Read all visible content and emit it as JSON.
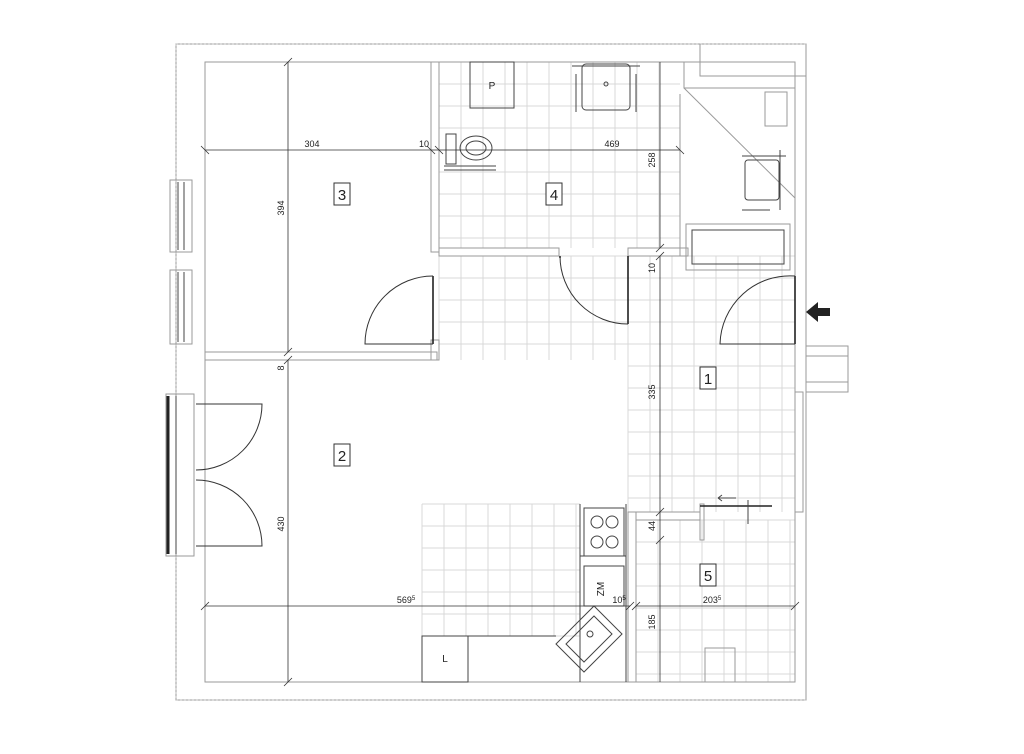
{
  "rooms": [
    {
      "id": "room-1",
      "number": "1"
    },
    {
      "id": "room-2",
      "number": "2"
    },
    {
      "id": "room-3",
      "number": "3"
    },
    {
      "id": "room-4",
      "number": "4"
    },
    {
      "id": "room-5",
      "number": "5"
    }
  ],
  "dimensions": {
    "d304": "304",
    "d10a": "10",
    "d469": "469",
    "d258": "258",
    "d394": "394",
    "d10b": "10",
    "d8": "8",
    "d335": "335",
    "d430": "430",
    "d44": "44",
    "d569": "569",
    "d569_sup": "5",
    "d10c": "10",
    "d10c_sup": "5",
    "d203": "203",
    "d203_sup": "5",
    "d185": "185"
  },
  "fixtures": {
    "p_label": "P",
    "zm_label": "ZM",
    "l_label": "L"
  },
  "entrance_icon": "arrow-left-icon"
}
